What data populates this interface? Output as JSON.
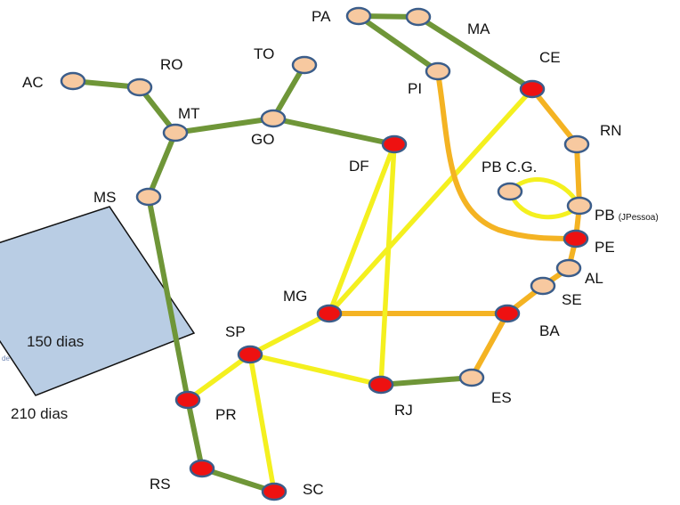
{
  "legend_box": {
    "label_150": "150 dias",
    "label_210": "210 dias",
    "label_fragment": "de"
  },
  "colors": {
    "green": "#6f9638",
    "orange": "#f4b323",
    "yellow": "#f4f01f",
    "node_fill": "#f7c9a0",
    "node_red": "#ee1111",
    "node_stroke": "#3b5d8a",
    "box_fill": "#b9cde4"
  },
  "nodes": [
    {
      "id": "PA",
      "label": "PA",
      "type": "normal"
    },
    {
      "id": "PA2",
      "label": "",
      "type": "normal"
    },
    {
      "id": "MA",
      "label": "MA",
      "type": "normal"
    },
    {
      "id": "PI",
      "label": "PI",
      "type": "normal"
    },
    {
      "id": "CE",
      "label": "CE",
      "type": "hub"
    },
    {
      "id": "RN",
      "label": "RN",
      "type": "normal"
    },
    {
      "id": "PBCG",
      "label": "PB C.G.",
      "type": "normal"
    },
    {
      "id": "PBJP",
      "label": "PB",
      "sublabel": "(JPessoa)",
      "type": "normal"
    },
    {
      "id": "PE",
      "label": "PE",
      "type": "hub"
    },
    {
      "id": "AL",
      "label": "AL",
      "type": "normal"
    },
    {
      "id": "SE",
      "label": "SE",
      "type": "normal"
    },
    {
      "id": "BA",
      "label": "BA",
      "type": "hub"
    },
    {
      "id": "ES",
      "label": "ES",
      "type": "normal"
    },
    {
      "id": "RJ",
      "label": "RJ",
      "type": "hub"
    },
    {
      "id": "MG",
      "label": "MG",
      "type": "hub"
    },
    {
      "id": "SP",
      "label": "SP",
      "type": "hub"
    },
    {
      "id": "PR",
      "label": "PR",
      "type": "hub"
    },
    {
      "id": "RS",
      "label": "RS",
      "type": "hub"
    },
    {
      "id": "SC",
      "label": "SC",
      "type": "hub"
    },
    {
      "id": "DF",
      "label": "DF",
      "type": "hub"
    },
    {
      "id": "GO",
      "label": "GO",
      "type": "normal"
    },
    {
      "id": "TO",
      "label": "TO",
      "type": "normal"
    },
    {
      "id": "MT",
      "label": "MT",
      "type": "normal"
    },
    {
      "id": "RO",
      "label": "RO",
      "type": "normal"
    },
    {
      "id": "AC",
      "label": "AC",
      "type": "normal"
    },
    {
      "id": "MS",
      "label": "MS",
      "type": "normal"
    }
  ],
  "edges": [
    {
      "from": "AC",
      "to": "RO",
      "kind": "green"
    },
    {
      "from": "RO",
      "to": "MT",
      "kind": "green"
    },
    {
      "from": "MT",
      "to": "GO",
      "kind": "green"
    },
    {
      "from": "GO",
      "to": "TO",
      "kind": "green"
    },
    {
      "from": "GO",
      "to": "DF",
      "kind": "green"
    },
    {
      "from": "MT",
      "to": "MS",
      "kind": "green"
    },
    {
      "from": "MS",
      "to": "PR",
      "kind": "green"
    },
    {
      "from": "PR",
      "to": "RS",
      "kind": "green"
    },
    {
      "from": "RS",
      "to": "SC",
      "kind": "green"
    },
    {
      "from": "PA",
      "to": "PA2",
      "kind": "green"
    },
    {
      "from": "PA",
      "to": "PI",
      "kind": "green"
    },
    {
      "from": "PA2",
      "to": "CE",
      "kind": "green"
    },
    {
      "from": "RJ",
      "to": "ES",
      "kind": "green"
    },
    {
      "from": "CE",
      "to": "RN",
      "kind": "orange"
    },
    {
      "from": "RN",
      "to": "PBJP",
      "kind": "orange"
    },
    {
      "from": "PBJP",
      "to": "PE",
      "kind": "orange"
    },
    {
      "from": "PE",
      "to": "AL",
      "kind": "orange"
    },
    {
      "from": "AL",
      "to": "SE",
      "kind": "orange"
    },
    {
      "from": "SE",
      "to": "BA",
      "kind": "orange"
    },
    {
      "from": "BA",
      "to": "ES",
      "kind": "orange"
    },
    {
      "from": "MG",
      "to": "BA",
      "kind": "orange"
    },
    {
      "from": "DF",
      "to": "MG",
      "kind": "yellow"
    },
    {
      "from": "DF",
      "to": "RJ",
      "kind": "yellow"
    },
    {
      "from": "MG",
      "to": "CE",
      "kind": "yellow"
    },
    {
      "from": "MG",
      "to": "SP",
      "kind": "yellow"
    },
    {
      "from": "SP",
      "to": "PR",
      "kind": "yellow"
    },
    {
      "from": "SP",
      "to": "RJ",
      "kind": "yellow"
    },
    {
      "from": "SP",
      "to": "SC",
      "kind": "yellow"
    }
  ]
}
